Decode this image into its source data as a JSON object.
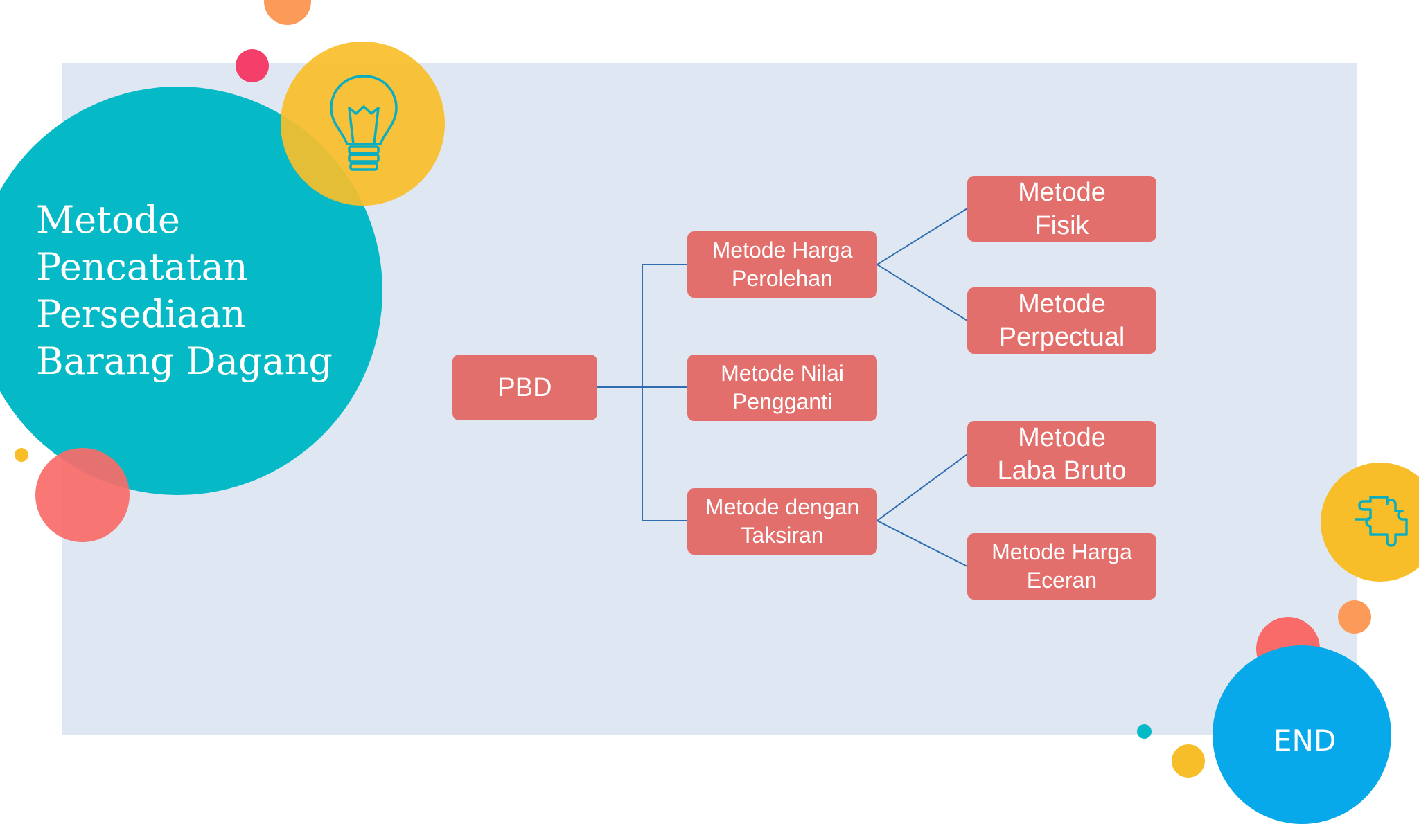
{
  "slide": {
    "title": "Metode\nPencatatan\nPersediaan\nBarang Dagang",
    "end_label": "END"
  },
  "diagram": {
    "root": "PBD",
    "branches": [
      {
        "label": "Metode Harga\nPerolehan",
        "children": [
          "Metode\nFisik",
          "Metode\nPerpectual"
        ]
      },
      {
        "label": "Metode Nilai\nPengganti",
        "children": []
      },
      {
        "label": "Metode dengan\nTaksiran",
        "children": [
          "Metode\nLaba Bruto",
          "Metode Harga\nEceran"
        ]
      }
    ]
  },
  "colors": {
    "node": "#e36f6c",
    "connector": "#2f6db0",
    "teal": "#05bac6",
    "yellow": "#f8be2a",
    "blue": "#08a9ea",
    "coral": "#f96b68",
    "orange": "#fc9a5a"
  },
  "icons": {
    "bulb": "lightbulb-icon",
    "puzzle": "puzzle-icon"
  }
}
